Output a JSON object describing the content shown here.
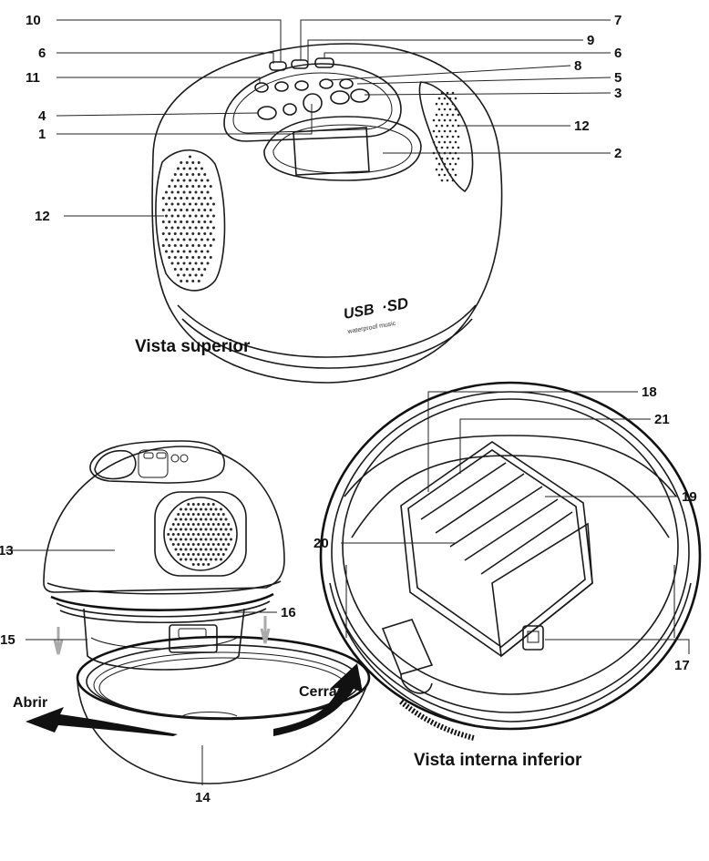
{
  "views": {
    "top_title": "Vista superior",
    "inner_title": "Vista interna inferior"
  },
  "actions": {
    "open": "Abrir",
    "close": "Cerrar"
  },
  "logo_text": {
    "usb": "USB",
    "subtitle": "waterproof music"
  },
  "callouts": {
    "c10": "10",
    "c7": "7",
    "c6a": "6",
    "c9": "9",
    "c6b": "6",
    "c11": "11",
    "c8": "8",
    "c5": "5",
    "c3": "3",
    "c4": "4",
    "c12a": "12",
    "c1": "1",
    "c2": "2",
    "c12b": "12",
    "c18": "18",
    "c21": "21",
    "c19": "19",
    "c20": "20",
    "c13": "13",
    "c16": "16",
    "c15": "15",
    "c17": "17",
    "c14": "14"
  }
}
